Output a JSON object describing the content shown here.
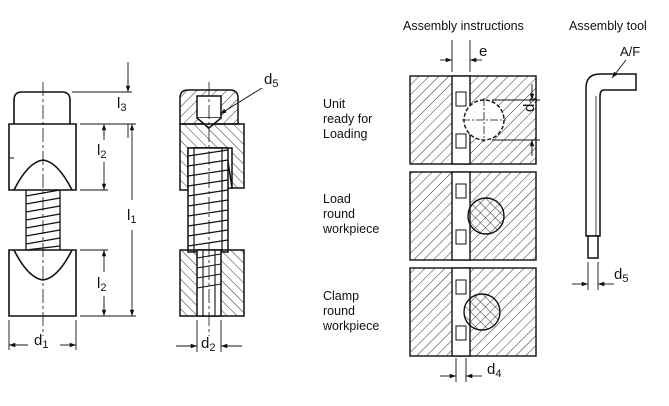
{
  "headers": {
    "instructions": "Assembly instructions",
    "tool": "Assembly tool"
  },
  "steps": [
    {
      "lines": [
        "Unit",
        "ready for",
        "Loading"
      ]
    },
    {
      "lines": [
        "Load",
        "round",
        "workpiece"
      ]
    },
    {
      "lines": [
        "Clamp",
        "round",
        "workpiece"
      ]
    }
  ],
  "dims": {
    "l1": {
      "base": "l",
      "sub": "1"
    },
    "l2_top": {
      "base": "l",
      "sub": "2"
    },
    "l2_bottom": {
      "base": "l",
      "sub": "2"
    },
    "l3": {
      "base": "l",
      "sub": "3"
    },
    "d1": {
      "base": "d",
      "sub": "1"
    },
    "d2": {
      "base": "d",
      "sub": "2"
    },
    "d3": {
      "base": "d",
      "sub": "3"
    },
    "d4": {
      "base": "d",
      "sub": "4"
    },
    "d5_section": {
      "base": "d",
      "sub": "5"
    },
    "d5_tool": {
      "base": "d",
      "sub": "5"
    },
    "e": {
      "base": "e"
    },
    "af": {
      "base": "A/F"
    }
  },
  "colors": {
    "line": "#111111",
    "hatch": "#333333",
    "background": "#ffffff"
  }
}
